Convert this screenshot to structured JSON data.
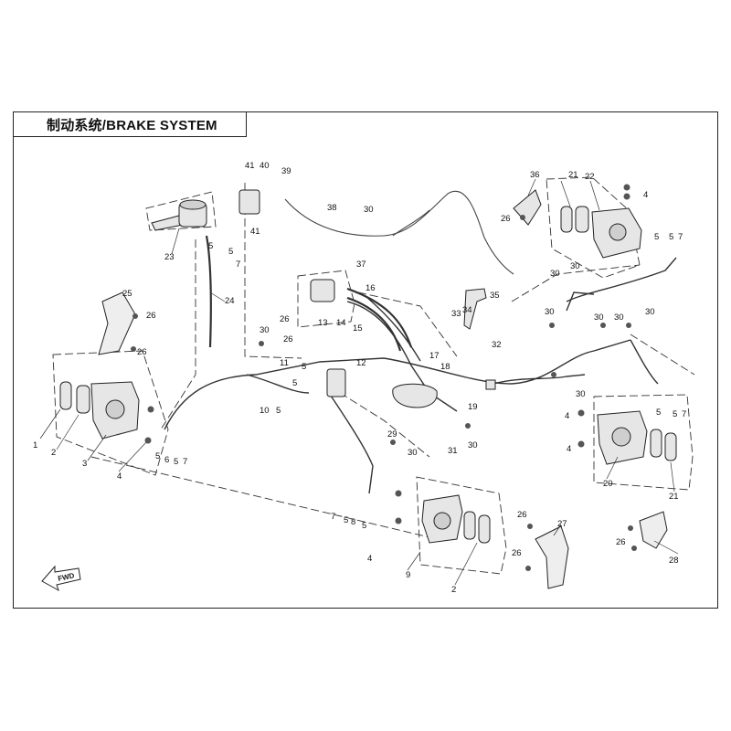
{
  "title": "制动系统/BRAKE SYSTEM",
  "direction_label": "FWD",
  "callouts": [
    {
      "id": "c39",
      "text": "39"
    },
    {
      "id": "c40",
      "text": "40"
    },
    {
      "id": "c41a",
      "text": "41"
    },
    {
      "id": "c41b",
      "text": "41"
    },
    {
      "id": "c38",
      "text": "38"
    },
    {
      "id": "c30a",
      "text": "30"
    },
    {
      "id": "c23",
      "text": "23"
    },
    {
      "id": "c5a",
      "text": "5"
    },
    {
      "id": "c5b",
      "text": "5"
    },
    {
      "id": "c7a",
      "text": "7"
    },
    {
      "id": "c24",
      "text": "24"
    },
    {
      "id": "c25",
      "text": "25"
    },
    {
      "id": "c26a",
      "text": "26"
    },
    {
      "id": "c26b",
      "text": "26"
    },
    {
      "id": "c36",
      "text": "36"
    },
    {
      "id": "c26c",
      "text": "26"
    },
    {
      "id": "c21a",
      "text": "21"
    },
    {
      "id": "c22",
      "text": "22"
    },
    {
      "id": "c4a",
      "text": "4"
    },
    {
      "id": "c5c",
      "text": "5"
    },
    {
      "id": "c5d",
      "text": "5"
    },
    {
      "id": "c7b",
      "text": "7"
    },
    {
      "id": "c37",
      "text": "37"
    },
    {
      "id": "c16",
      "text": "16"
    },
    {
      "id": "c35",
      "text": "35"
    },
    {
      "id": "c30b",
      "text": "30"
    },
    {
      "id": "c30c",
      "text": "30"
    },
    {
      "id": "c26d",
      "text": "26"
    },
    {
      "id": "c13",
      "text": "13"
    },
    {
      "id": "c14",
      "text": "14"
    },
    {
      "id": "c15",
      "text": "15"
    },
    {
      "id": "c26e",
      "text": "26"
    },
    {
      "id": "c33",
      "text": "33"
    },
    {
      "id": "c34",
      "text": "34"
    },
    {
      "id": "c30d",
      "text": "30"
    },
    {
      "id": "c30e",
      "text": "30"
    },
    {
      "id": "c30f",
      "text": "30"
    },
    {
      "id": "c30g",
      "text": "30"
    },
    {
      "id": "c32",
      "text": "32"
    },
    {
      "id": "c17",
      "text": "17"
    },
    {
      "id": "c18",
      "text": "18"
    },
    {
      "id": "c11",
      "text": "11"
    },
    {
      "id": "c12",
      "text": "12"
    },
    {
      "id": "c5e",
      "text": "5"
    },
    {
      "id": "c5f",
      "text": "5"
    },
    {
      "id": "c10",
      "text": "10"
    },
    {
      "id": "c5g",
      "text": "5"
    },
    {
      "id": "c19",
      "text": "19"
    },
    {
      "id": "c30h",
      "text": "30"
    },
    {
      "id": "c4b",
      "text": "4"
    },
    {
      "id": "c5h",
      "text": "5"
    },
    {
      "id": "c5i",
      "text": "5"
    },
    {
      "id": "c7c",
      "text": "7"
    },
    {
      "id": "c1",
      "text": "1"
    },
    {
      "id": "c2a",
      "text": "2"
    },
    {
      "id": "c3",
      "text": "3"
    },
    {
      "id": "c4c",
      "text": "4"
    },
    {
      "id": "c5j",
      "text": "5"
    },
    {
      "id": "c6",
      "text": "6"
    },
    {
      "id": "c5k",
      "text": "5"
    },
    {
      "id": "c7d",
      "text": "7"
    },
    {
      "id": "c29",
      "text": "29"
    },
    {
      "id": "c31",
      "text": "31"
    },
    {
      "id": "c30i",
      "text": "30"
    },
    {
      "id": "c4d",
      "text": "4"
    },
    {
      "id": "c20",
      "text": "20"
    },
    {
      "id": "c21b",
      "text": "21"
    },
    {
      "id": "c30j",
      "text": "30"
    },
    {
      "id": "c7e",
      "text": "7"
    },
    {
      "id": "c5l",
      "text": "5"
    },
    {
      "id": "c8",
      "text": "8"
    },
    {
      "id": "c5m",
      "text": "5"
    },
    {
      "id": "c4e",
      "text": "4"
    },
    {
      "id": "c9",
      "text": "9"
    },
    {
      "id": "c2b",
      "text": "2"
    },
    {
      "id": "c26f",
      "text": "26"
    },
    {
      "id": "c27",
      "text": "27"
    },
    {
      "id": "c26g",
      "text": "26"
    },
    {
      "id": "c26h",
      "text": "26"
    },
    {
      "id": "c28",
      "text": "28"
    },
    {
      "id": "c30k",
      "text": "30"
    }
  ]
}
